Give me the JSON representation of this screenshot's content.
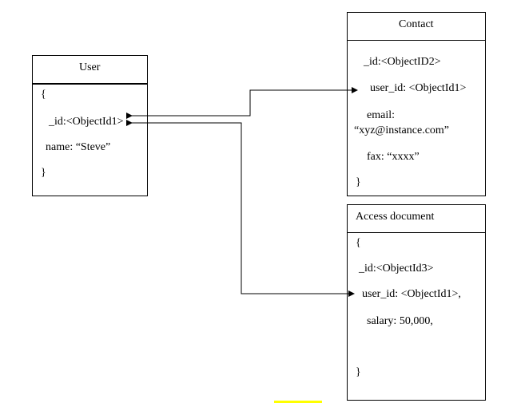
{
  "user": {
    "title": "User",
    "open_brace": "{",
    "id_line": "_id:<ObjectId1>",
    "name_line": "name: “Steve”",
    "close_brace": "}"
  },
  "contact": {
    "title": "Contact",
    "id_line": "_id:<ObjectID2>",
    "user_id_line": "user_id: <ObjectId1>",
    "email_label": "email:",
    "email_value": "“xyz@instance.com”",
    "fax_line": "fax: “xxxx”",
    "close_brace": "}"
  },
  "access": {
    "title": "Access document",
    "open_brace": "{",
    "id_line": "_id:<ObjectId3>",
    "user_id_line": "user_id: <ObjectId1>,",
    "salary_line": "salary: 50,000,",
    "close_brace": "}"
  }
}
